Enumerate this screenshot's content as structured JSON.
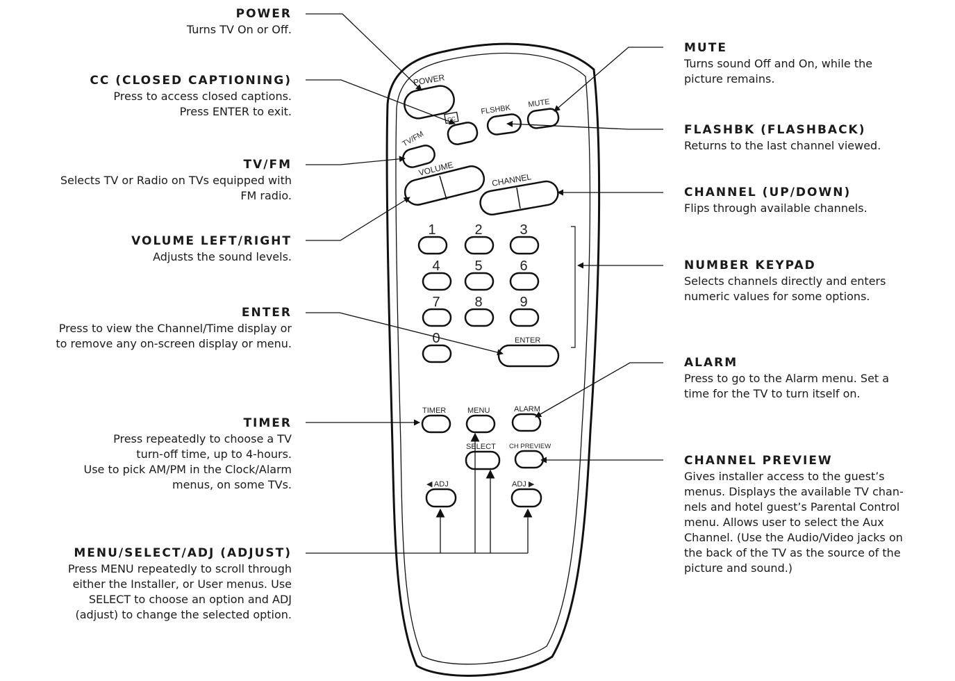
{
  "callouts_left": [
    {
      "id": "power",
      "heading": "POWER",
      "description": "Turns TV On or Off."
    },
    {
      "id": "cc",
      "heading": "CC (CLOSED CAPTIONING)",
      "description": "Press to access closed captions.\nPress ENTER to exit."
    },
    {
      "id": "tvfm",
      "heading": "TV/FM",
      "description": "Selects TV or Radio on TVs equipped with\nFM radio."
    },
    {
      "id": "volume",
      "heading": "VOLUME LEFT/RIGHT",
      "description": "Adjusts the sound levels."
    },
    {
      "id": "enter",
      "heading": "ENTER",
      "description": "Press to view the Channel/Time display or\nto remove any on-screen display or menu."
    },
    {
      "id": "timer",
      "heading": "TIMER",
      "description": "Press repeatedly to choose a TV\nturn-off time, up to 4-hours.\nUse to pick AM/PM in the Clock/Alarm\nmenus, on some TVs."
    },
    {
      "id": "menu",
      "heading": "MENU/SELECT/ADJ (ADJUST)",
      "description": "Press MENU repeatedly to scroll through\neither the Installer, or User menus. Use\nSELECT to choose an option and ADJ\n(adjust) to change the selected option."
    }
  ],
  "callouts_right": [
    {
      "id": "mute",
      "heading": "MUTE",
      "description": "Turns sound Off and On, while the\npicture remains."
    },
    {
      "id": "flashbk",
      "heading": "FLASHBK (FLASHBACK)",
      "description": "Returns to the last channel viewed."
    },
    {
      "id": "channel",
      "heading": "CHANNEL (UP/DOWN)",
      "description": "Flips through available channels."
    },
    {
      "id": "keypad",
      "heading": "NUMBER KEYPAD",
      "description": "Selects channels directly and enters\nnumeric values for some options."
    },
    {
      "id": "alarm",
      "heading": "ALARM",
      "description": "Press to go to the Alarm menu. Set a\ntime for the TV to turn itself on."
    },
    {
      "id": "chpreview",
      "heading": "CHANNEL PREVIEW",
      "description": "Gives installer access to the guest’s\nmenus. Displays the available TV chan-\nnels and hotel guest’s Parental Control\nmenu. Allows user to select the Aux\nChannel. (Use the Audio/Video jacks on\nthe back of the TV as the source of the\npicture and sound.)"
    }
  ],
  "remote_labels": {
    "power": "POWER",
    "cc": "CC",
    "flshbk": "FLSHBK",
    "mute": "MUTE",
    "tvfm": "TV/FM",
    "volume": "VOLUME",
    "channel": "CHANNEL",
    "digits": [
      "1",
      "2",
      "3",
      "4",
      "5",
      "6",
      "7",
      "8",
      "9",
      "0"
    ],
    "enter": "ENTER",
    "timer": "TIMER",
    "menu": "MENU",
    "alarm": "ALARM",
    "select": "SELECT",
    "ch_preview": "CH PREVIEW",
    "adj_left": "◀ ADJ",
    "adj_right": "ADJ ▶"
  }
}
